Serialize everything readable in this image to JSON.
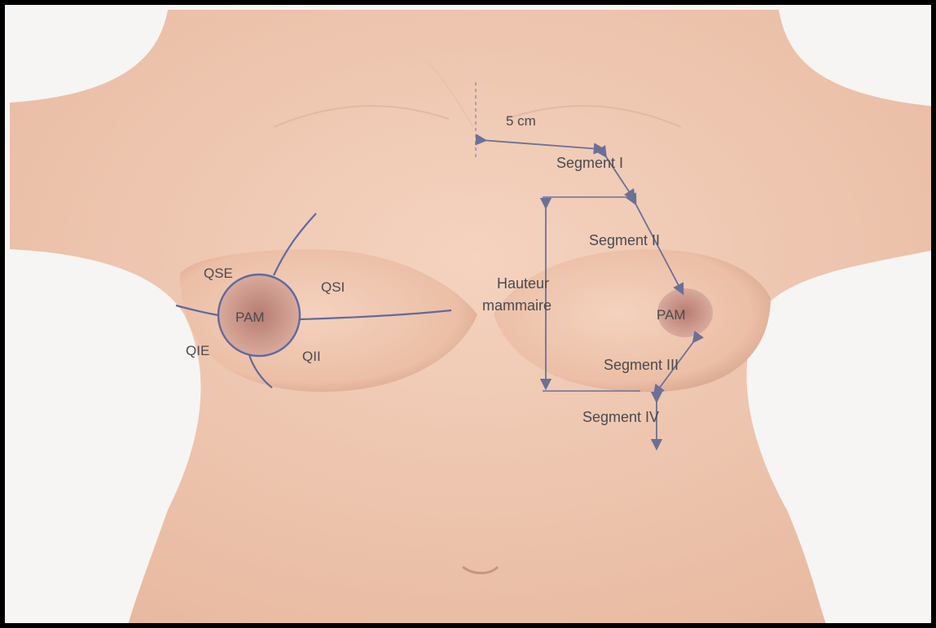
{
  "colors": {
    "skin": "#efc7b0",
    "skin_shadow": "#d9a891",
    "areola": "#c58c80",
    "guide_line": "#5f6aa0",
    "label_text": "#4a4a50",
    "frame": "#000000"
  },
  "labels": {
    "distance": "5 cm",
    "segment_1": "Segment I",
    "segment_2": "Segment II",
    "segment_3": "Segment III",
    "segment_4": "Segment IV",
    "height_line1": "Hauteur",
    "height_line2": "mammaire",
    "pam_left": "PAM",
    "pam_right": "PAM",
    "qse": "QSE",
    "qsi": "QSI",
    "qie": "QIE",
    "qii": "QII"
  }
}
